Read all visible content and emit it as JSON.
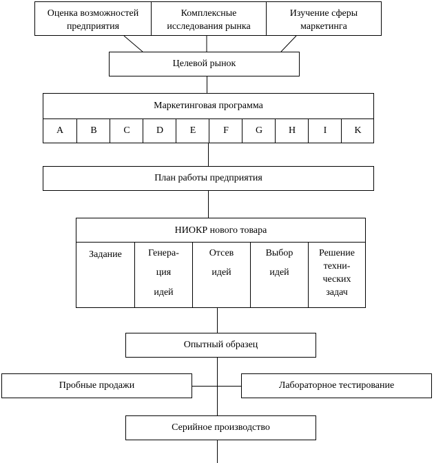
{
  "top_sources": [
    {
      "line1": "Оценка возможностей",
      "line2": "предприятия"
    },
    {
      "line1": "Комплексные",
      "line2": "исследования рынка"
    },
    {
      "line1": "Изучение сферы",
      "line2": "маркетинга"
    }
  ],
  "target_market": "Целевой рынок",
  "marketing_program": {
    "title": "Маркетинговая программа",
    "letters": [
      "A",
      "B",
      "C",
      "D",
      "E",
      "F",
      "G",
      "H",
      "I",
      "K"
    ]
  },
  "work_plan": "План работы предприятия",
  "rnd": {
    "title": "НИОКР нового товара",
    "stages": [
      {
        "lines": [
          "Задание"
        ]
      },
      {
        "lines": [
          "Генера-",
          "ция",
          "идей"
        ]
      },
      {
        "lines": [
          "Отсев",
          "идей"
        ]
      },
      {
        "lines": [
          "Выбор",
          "идей"
        ]
      },
      {
        "lines": [
          "Решение",
          "техни-",
          "ческих",
          "задач"
        ]
      }
    ]
  },
  "prototype": "Опытный образец",
  "trial_sales": "Пробные продажи",
  "lab_testing": "Лабораторное тестирование",
  "serial_production": "Серийное производство"
}
